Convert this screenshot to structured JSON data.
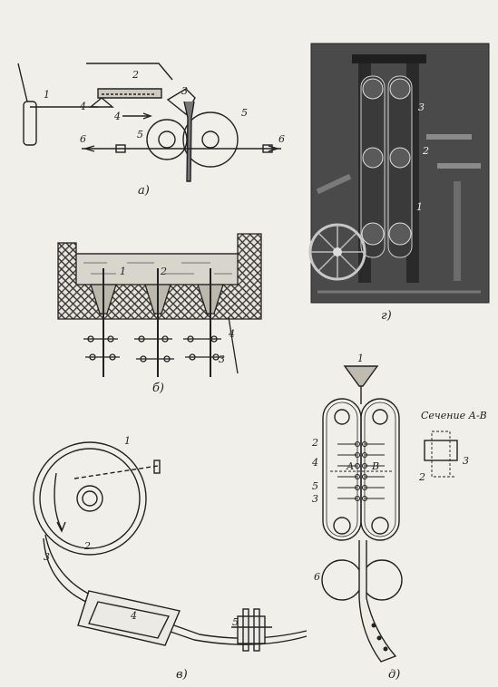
{
  "figures": {
    "a": {
      "caption": "а)",
      "labels": {
        "l1": "1",
        "l2": "2",
        "l3": "3",
        "l4a": "4",
        "l4b": "4",
        "l5a": "5",
        "l5b": "5",
        "l6a": "6",
        "l6b": "6"
      }
    },
    "b": {
      "caption": "б)",
      "labels": {
        "l1": "1",
        "l2": "2",
        "l3": "3",
        "l4": "4"
      }
    },
    "v": {
      "caption": "в)",
      "labels": {
        "l1": "1",
        "l2": "2",
        "l3": "3",
        "l4": "4",
        "l5": "5"
      }
    },
    "g": {
      "caption": "г)",
      "labels": {
        "l1": "1",
        "l2": "2",
        "l3": "3"
      }
    },
    "d": {
      "caption": "д)",
      "section_title": "Сечение А-В",
      "labels": {
        "l1": "1",
        "l2": "2",
        "l3": "3",
        "l4": "4",
        "l5": "5",
        "l6": "6",
        "lA": "А",
        "lB": "В",
        "s2": "2",
        "s3": "3"
      }
    }
  }
}
